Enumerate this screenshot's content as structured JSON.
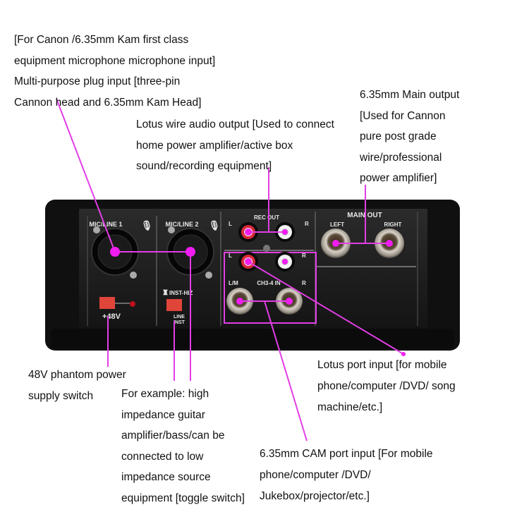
{
  "annotations": {
    "combo_input": [
      "[For Canon /6.35mm Kam first class",
      "equipment microphone microphone input]",
      "Multi-purpose plug input [three-pin",
      "Cannon head and 6.35mm Kam Head]"
    ],
    "rec_out": [
      "Lotus wire audio output [Used to connect",
      "home power amplifier/active box",
      "sound/recording equipment]"
    ],
    "main_out": [
      "6.35mm Main output",
      "[Used for Cannon",
      "pure post grade",
      "wire/professional",
      "power amplifier]"
    ],
    "phantom": [
      "48V phantom power",
      "supply switch"
    ],
    "hiz_switch": [
      "For example: high",
      "impedance guitar",
      "amplifier/bass/can be",
      "connected to low",
      "impedance source",
      "equipment [toggle switch]"
    ],
    "lotus_in": [
      "Lotus port input [for mobile",
      "phone/computer /DVD/ song",
      "machine/etc.]"
    ],
    "cam_in": [
      "6.35mm CAM port input [For mobile",
      "phone/computer /DVD/",
      "Jukebox/projector/etc.]"
    ]
  },
  "device": {
    "mic1": "MIC/LINE 1",
    "mic2": "MIC/LINE 2",
    "rec_out": "REC OUT",
    "rec_l": "L",
    "rec_r": "R",
    "ch_l": "L",
    "ch_r": "R",
    "ch_lm": "L/M",
    "ch_r2": "R",
    "ch_in": "CH3-4 IN",
    "main_out": "MAIN OUT",
    "left": "LEFT",
    "right": "RIGHT",
    "phantom": "+48V",
    "inst_hiz": "INST-HIZ",
    "line": "LINE",
    "inst": "INST"
  },
  "colors": {
    "annotation_line": "#e23ee6",
    "body": "#1c1c1c",
    "button": "#e0453a"
  }
}
